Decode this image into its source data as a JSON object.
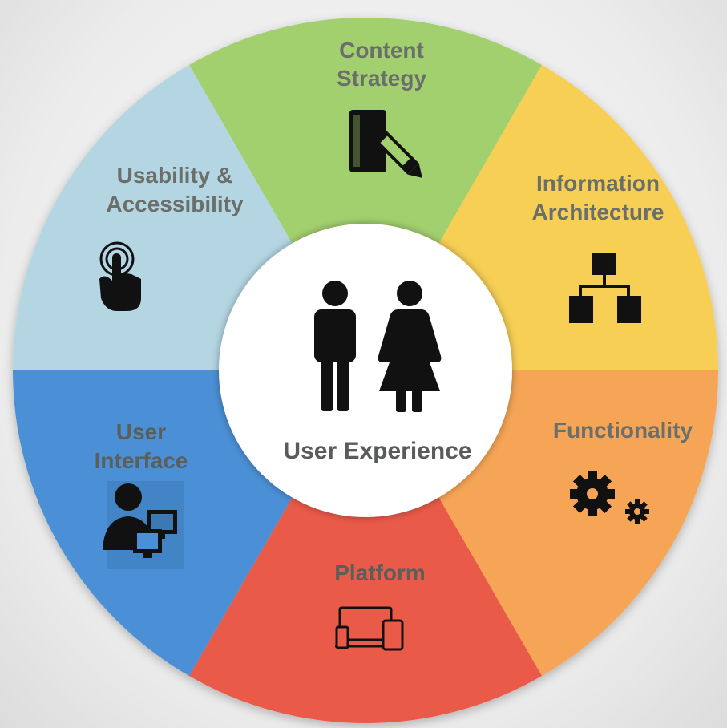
{
  "center": {
    "label": "User Experience",
    "icon": "people-icon"
  },
  "segments": [
    {
      "id": "content-strategy",
      "lines": [
        "Content",
        "Strategy"
      ],
      "color": "#a3d06e",
      "text_color": "#6b6f6b",
      "icon": "book-pencil-icon"
    },
    {
      "id": "information-architecture",
      "lines": [
        "Information",
        "Architecture"
      ],
      "color": "#f7cf55",
      "text_color": "#6b6f6b",
      "icon": "sitemap-icon"
    },
    {
      "id": "functionality",
      "lines": [
        "Functionality"
      ],
      "color": "#f6a556",
      "text_color": "#6b6f6b",
      "icon": "gears-icon"
    },
    {
      "id": "platform",
      "lines": [
        "Platform"
      ],
      "color": "#ea5a48",
      "text_color": "#5b5f5b",
      "icon": "devices-icon"
    },
    {
      "id": "user-interface",
      "lines": [
        "User",
        "Interface"
      ],
      "color": "#4b90d6",
      "text_color": "#5b5f5b",
      "icon": "user-monitor-icon"
    },
    {
      "id": "usability-accessibility",
      "lines": [
        "Usability &",
        "Accessibility"
      ],
      "color": "#b4d6e2",
      "text_color": "#6b6f6b",
      "icon": "touch-hand-icon"
    }
  ]
}
